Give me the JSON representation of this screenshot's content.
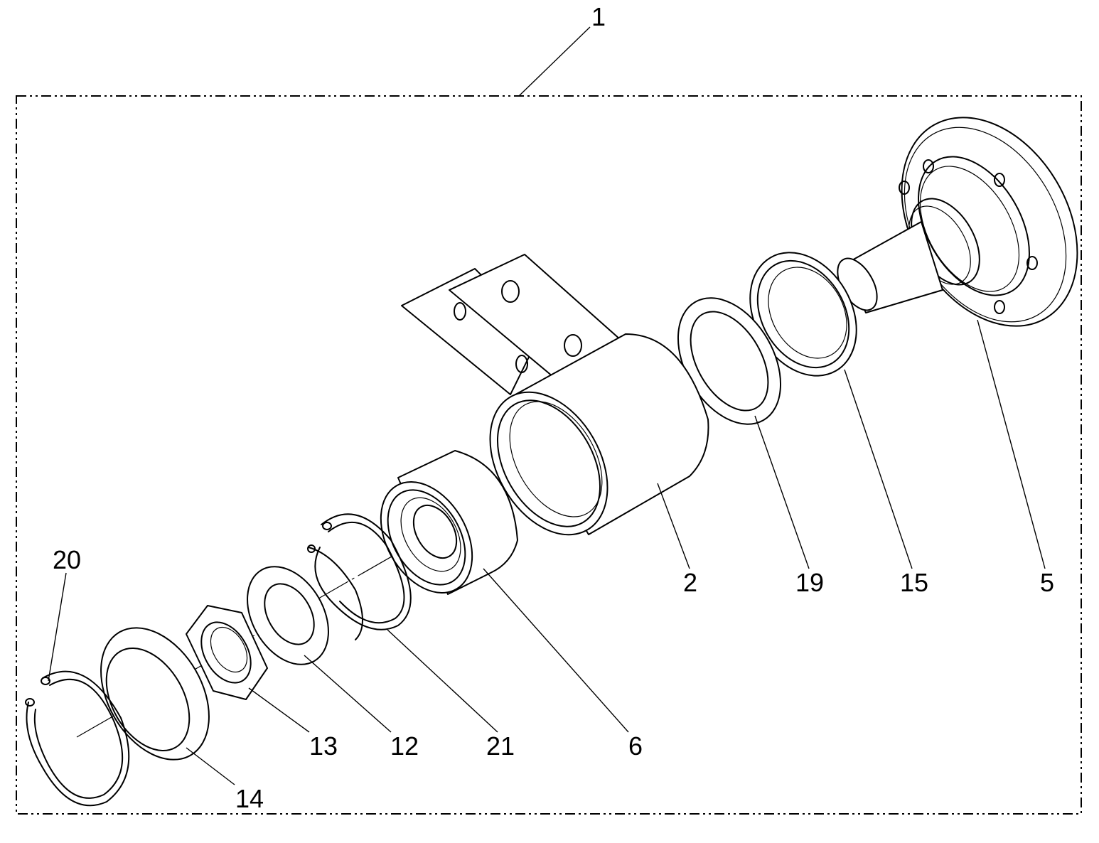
{
  "callouts": {
    "c1": "1",
    "c2": "2",
    "c5": "5",
    "c6": "6",
    "c12": "12",
    "c13": "13",
    "c14": "14",
    "c15": "15",
    "c19": "19",
    "c20": "20",
    "c21": "21"
  }
}
